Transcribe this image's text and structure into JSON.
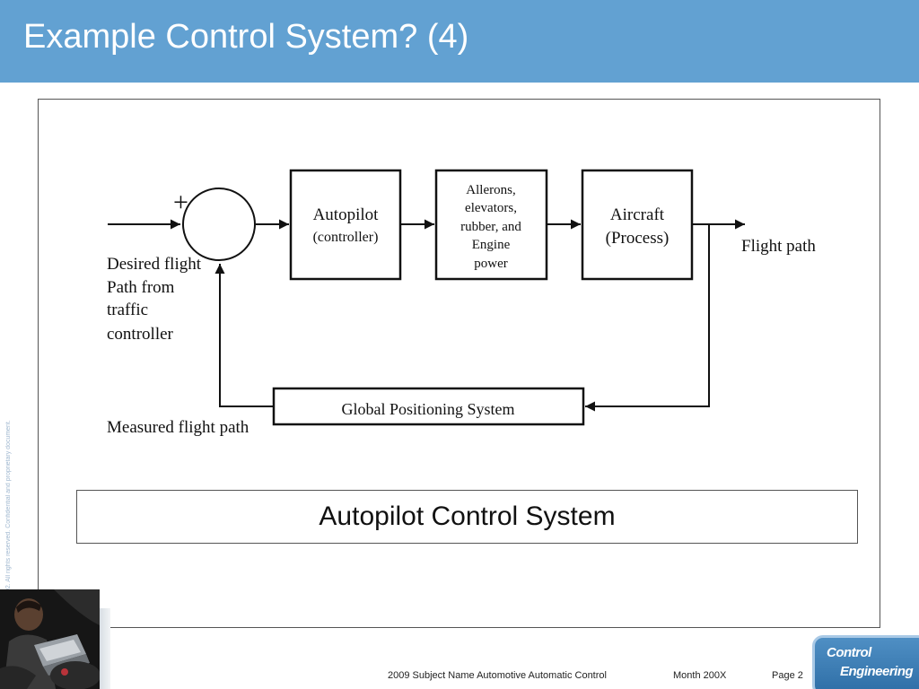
{
  "slide": {
    "title": "Example Control System? (4)",
    "side_note": "02. All rights reserved. Confidential and proprietary document.",
    "caption": "Autopilot Control System"
  },
  "diagram": {
    "plus_sign": "+",
    "autopilot": {
      "line1": "Autopilot",
      "line2": "(controller)"
    },
    "actuators": {
      "lines": [
        "Allerons,",
        "elevators,",
        "rubber, and",
        "Engine",
        "power"
      ]
    },
    "aircraft": {
      "line1": "Aircraft",
      "line2": "(Process)"
    },
    "output_label": "Flight path",
    "input_label": {
      "lines": [
        "Desired flight",
        "Path from",
        "traffic",
        "controller"
      ]
    },
    "sensor": "Global Positioning System",
    "feedback_label": "Measured flight path"
  },
  "footer": {
    "subject": "2009 Subject Name  Automotive Automatic Control",
    "date": "Month 200X",
    "page": "Page 2"
  },
  "logo": {
    "line1": "Control",
    "line2": "Engineering"
  }
}
